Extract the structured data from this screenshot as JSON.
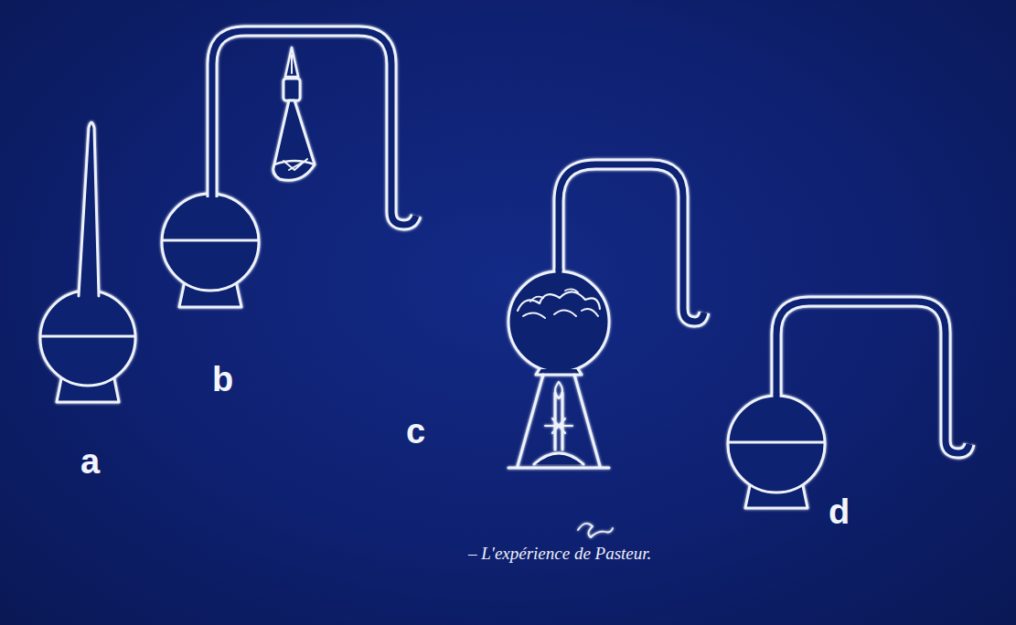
{
  "diagram": {
    "caption": "– L'expérience de Pasteur.",
    "labels": [
      "a",
      "b",
      "c",
      "d"
    ]
  }
}
